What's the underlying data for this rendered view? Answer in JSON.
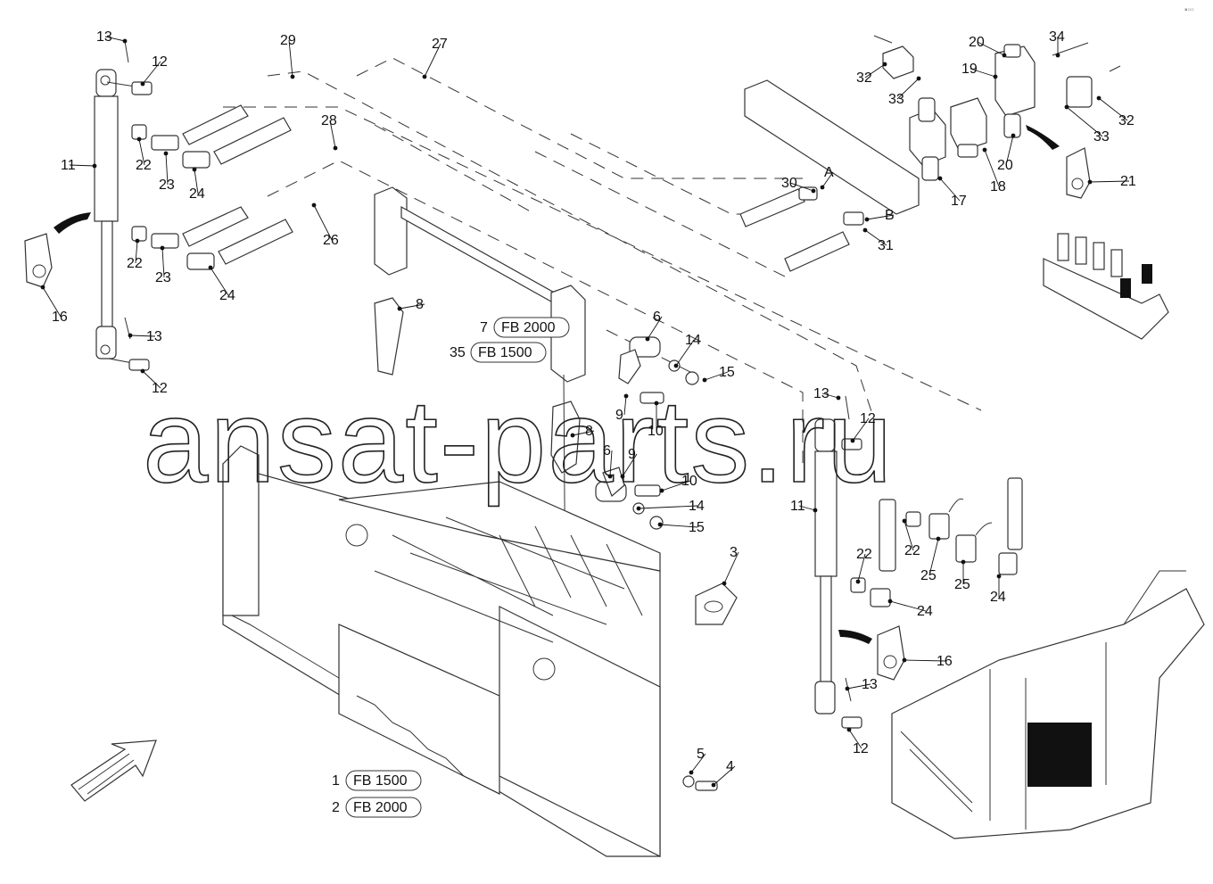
{
  "watermark": "ansat-parts.ru",
  "corner_mark": "▪▫▫",
  "callouts": [
    {
      "id": "c13a",
      "text": "13"
    },
    {
      "id": "c12a",
      "text": "12"
    },
    {
      "id": "c29",
      "text": "29"
    },
    {
      "id": "c27",
      "text": "27"
    },
    {
      "id": "c11a",
      "text": "11"
    },
    {
      "id": "c22a",
      "text": "22"
    },
    {
      "id": "c23a",
      "text": "23"
    },
    {
      "id": "c24a",
      "text": "24"
    },
    {
      "id": "c28",
      "text": "28"
    },
    {
      "id": "c22b",
      "text": "22"
    },
    {
      "id": "c23b",
      "text": "23"
    },
    {
      "id": "c24b",
      "text": "24"
    },
    {
      "id": "c26",
      "text": "26"
    },
    {
      "id": "c16a",
      "text": "16"
    },
    {
      "id": "c13b",
      "text": "13"
    },
    {
      "id": "c12b",
      "text": "12"
    },
    {
      "id": "c8a",
      "text": "8"
    },
    {
      "id": "c6a",
      "text": "6"
    },
    {
      "id": "c14a",
      "text": "14"
    },
    {
      "id": "c15a",
      "text": "15"
    },
    {
      "id": "c9a",
      "text": "9"
    },
    {
      "id": "c10a",
      "text": "10"
    },
    {
      "id": "c8b",
      "text": "8"
    },
    {
      "id": "c6b",
      "text": "6"
    },
    {
      "id": "c9b",
      "text": "9"
    },
    {
      "id": "c10b",
      "text": "10"
    },
    {
      "id": "c14b",
      "text": "14"
    },
    {
      "id": "c15b",
      "text": "15"
    },
    {
      "id": "c3",
      "text": "3"
    },
    {
      "id": "c5",
      "text": "5"
    },
    {
      "id": "c4",
      "text": "4"
    },
    {
      "id": "c30",
      "text": "30"
    },
    {
      "id": "cA",
      "text": "A"
    },
    {
      "id": "cB",
      "text": "B"
    },
    {
      "id": "c31",
      "text": "31"
    },
    {
      "id": "c32a",
      "text": "32"
    },
    {
      "id": "c33a",
      "text": "33"
    },
    {
      "id": "c20a",
      "text": "20"
    },
    {
      "id": "c19",
      "text": "19"
    },
    {
      "id": "c34",
      "text": "34"
    },
    {
      "id": "c32b",
      "text": "32"
    },
    {
      "id": "c33b",
      "text": "33"
    },
    {
      "id": "c20b",
      "text": "20"
    },
    {
      "id": "c17",
      "text": "17"
    },
    {
      "id": "c18",
      "text": "18"
    },
    {
      "id": "c21",
      "text": "21"
    },
    {
      "id": "c13c",
      "text": "13"
    },
    {
      "id": "c12c",
      "text": "12"
    },
    {
      "id": "c11b",
      "text": "11"
    },
    {
      "id": "c22c",
      "text": "22"
    },
    {
      "id": "c22d",
      "text": "22"
    },
    {
      "id": "c25a",
      "text": "25"
    },
    {
      "id": "c25b",
      "text": "25"
    },
    {
      "id": "c24c",
      "text": "24"
    },
    {
      "id": "c24d",
      "text": "24"
    },
    {
      "id": "c16b",
      "text": "16"
    },
    {
      "id": "c13d",
      "text": "13"
    },
    {
      "id": "c12d",
      "text": "12"
    }
  ],
  "variants": [
    {
      "id": "v7",
      "num": "7",
      "label": "FB 2000"
    },
    {
      "id": "v35",
      "num": "35",
      "label": "FB 1500"
    },
    {
      "id": "v1",
      "num": "1",
      "label": "FB 1500"
    },
    {
      "id": "v2",
      "num": "2",
      "label": "FB 2000"
    }
  ]
}
